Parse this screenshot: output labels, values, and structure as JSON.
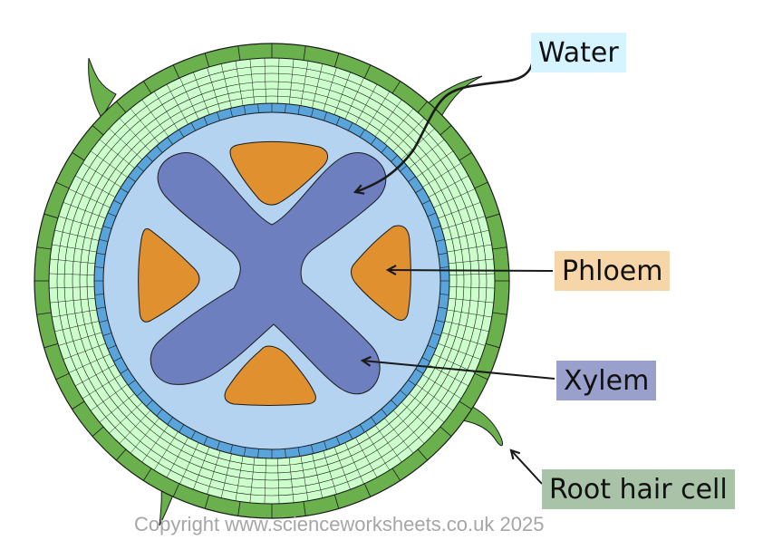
{
  "labels": {
    "water": {
      "text": "Water",
      "bg": "#d6f4ff"
    },
    "phloem": {
      "text": "Phloem",
      "bg": "#f6d6a8"
    },
    "xylem": {
      "text": "Xylem",
      "bg": "#9aa0cc"
    },
    "root_hair": {
      "text": "Root hair cell",
      "bg": "#a9c3a8"
    }
  },
  "copyright": "Copyright www.scienceworksheets.co.uk 2025",
  "colors": {
    "epidermis": "#6ab04c",
    "cortex": "#ccffcc",
    "endodermis": "#5aa4dc",
    "vascular": "#b3d3f0",
    "xylem": "#6e7fc0",
    "phloem": "#e0902e",
    "outline": "#1a1a1a"
  }
}
